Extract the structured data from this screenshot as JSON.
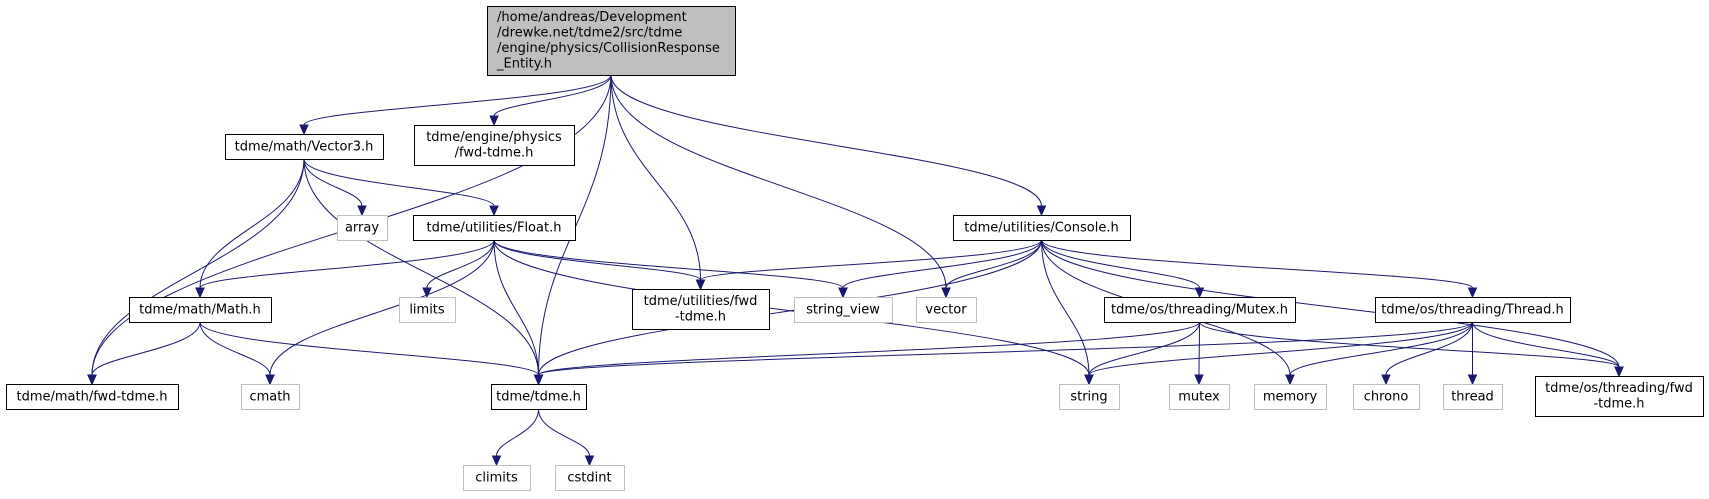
{
  "graph": {
    "colors": {
      "edge": "#191970",
      "root_fill": "#bfbfbf",
      "border_local": "#000000",
      "border_system": "#bfbfbf"
    },
    "nodes": [
      {
        "id": "root",
        "kind": "root",
        "lines": [
          "/home/andreas/Development",
          "/drewke.net/tdme2/src/tdme",
          "/engine/physics/CollisionResponse",
          "_Entity.h"
        ]
      },
      {
        "id": "vector3",
        "kind": "local",
        "lines": [
          "tdme/math/Vector3.h"
        ]
      },
      {
        "id": "physics_fwd",
        "kind": "local",
        "lines": [
          "tdme/engine/physics",
          "/fwd-tdme.h"
        ]
      },
      {
        "id": "console",
        "kind": "local",
        "lines": [
          "tdme/utilities/Console.h"
        ]
      },
      {
        "id": "array",
        "kind": "system",
        "lines": [
          "array"
        ]
      },
      {
        "id": "float",
        "kind": "local",
        "lines": [
          "tdme/utilities/Float.h"
        ]
      },
      {
        "id": "math",
        "kind": "local",
        "lines": [
          "tdme/math/Math.h"
        ]
      },
      {
        "id": "limits",
        "kind": "system",
        "lines": [
          "limits"
        ]
      },
      {
        "id": "utilities_fwd",
        "kind": "local",
        "lines": [
          "tdme/utilities/fwd",
          "-tdme.h"
        ]
      },
      {
        "id": "string_view",
        "kind": "system",
        "lines": [
          "string_view"
        ]
      },
      {
        "id": "vector",
        "kind": "system",
        "lines": [
          "vector"
        ]
      },
      {
        "id": "mutex_h",
        "kind": "local",
        "lines": [
          "tdme/os/threading/Mutex.h"
        ]
      },
      {
        "id": "thread_h",
        "kind": "local",
        "lines": [
          "tdme/os/threading/Thread.h"
        ]
      },
      {
        "id": "math_fwd",
        "kind": "local",
        "lines": [
          "tdme/math/fwd-tdme.h"
        ]
      },
      {
        "id": "cmath",
        "kind": "system",
        "lines": [
          "cmath"
        ]
      },
      {
        "id": "tdme_h",
        "kind": "local",
        "lines": [
          "tdme/tdme.h"
        ]
      },
      {
        "id": "string",
        "kind": "system",
        "lines": [
          "string"
        ]
      },
      {
        "id": "mutex",
        "kind": "system",
        "lines": [
          "mutex"
        ]
      },
      {
        "id": "memory",
        "kind": "system",
        "lines": [
          "memory"
        ]
      },
      {
        "id": "chrono",
        "kind": "system",
        "lines": [
          "chrono"
        ]
      },
      {
        "id": "thread",
        "kind": "system",
        "lines": [
          "thread"
        ]
      },
      {
        "id": "threading_fwd",
        "kind": "local",
        "lines": [
          "tdme/os/threading/fwd",
          "-tdme.h"
        ]
      },
      {
        "id": "climits",
        "kind": "system",
        "lines": [
          "climits"
        ]
      },
      {
        "id": "cstdint",
        "kind": "system",
        "lines": [
          "cstdint"
        ]
      }
    ],
    "edges": [
      [
        "root",
        "math_fwd"
      ],
      [
        "root",
        "vector3"
      ],
      [
        "root",
        "physics_fwd"
      ],
      [
        "root",
        "tdme_h"
      ],
      [
        "root",
        "utilities_fwd"
      ],
      [
        "root",
        "vector"
      ],
      [
        "root",
        "console"
      ],
      [
        "vector3",
        "math_fwd"
      ],
      [
        "vector3",
        "math"
      ],
      [
        "vector3",
        "tdme_h"
      ],
      [
        "vector3",
        "array"
      ],
      [
        "vector3",
        "float"
      ],
      [
        "float",
        "math"
      ],
      [
        "float",
        "cmath"
      ],
      [
        "float",
        "limits"
      ],
      [
        "float",
        "tdme_h"
      ],
      [
        "float",
        "utilities_fwd"
      ],
      [
        "float",
        "string_view"
      ],
      [
        "float",
        "string"
      ],
      [
        "math",
        "math_fwd"
      ],
      [
        "math",
        "cmath"
      ],
      [
        "math",
        "tdme_h"
      ],
      [
        "console",
        "utilities_fwd"
      ],
      [
        "console",
        "string_view"
      ],
      [
        "console",
        "vector"
      ],
      [
        "console",
        "tdme_h"
      ],
      [
        "console",
        "string"
      ],
      [
        "console",
        "mutex_h"
      ],
      [
        "console",
        "memory"
      ],
      [
        "console",
        "thread_h"
      ],
      [
        "console",
        "threading_fwd"
      ],
      [
        "mutex_h",
        "tdme_h"
      ],
      [
        "mutex_h",
        "string"
      ],
      [
        "mutex_h",
        "mutex"
      ],
      [
        "mutex_h",
        "threading_fwd"
      ],
      [
        "thread_h",
        "tdme_h"
      ],
      [
        "thread_h",
        "string"
      ],
      [
        "thread_h",
        "memory"
      ],
      [
        "thread_h",
        "chrono"
      ],
      [
        "thread_h",
        "thread"
      ],
      [
        "thread_h",
        "threading_fwd"
      ],
      [
        "tdme_h",
        "climits"
      ],
      [
        "tdme_h",
        "cstdint"
      ]
    ]
  }
}
